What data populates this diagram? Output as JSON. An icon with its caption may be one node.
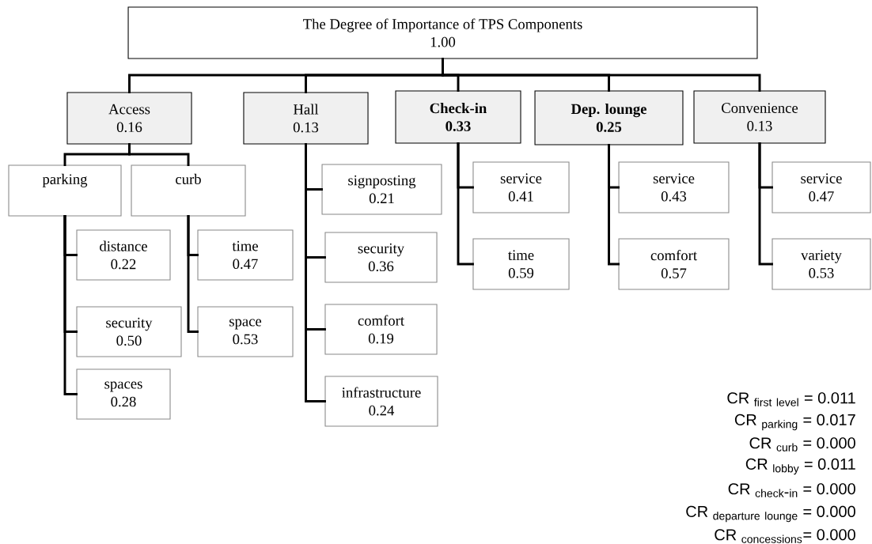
{
  "diagram": {
    "nodes": [
      {
        "text": [
          "The Degree of Importance of TPS Components",
          "1.00"
        ]
      },
      {
        "text": [
          "Access",
          "0.16"
        ]
      },
      {
        "text": [
          "Hall",
          "0.13"
        ]
      },
      {
        "text": [
          "Check-in",
          "0.33"
        ]
      },
      {
        "text": [
          "Dep. lounge",
          "0.25"
        ]
      },
      {
        "text": [
          "Convenience",
          "0.13"
        ]
      },
      {
        "text": [
          "parking"
        ]
      },
      {
        "text": [
          "curb"
        ]
      },
      {
        "text": [
          "distance",
          "0.22"
        ]
      },
      {
        "text": [
          "security",
          "0.50"
        ]
      },
      {
        "text": [
          "spaces",
          "0.28"
        ]
      },
      {
        "text": [
          "time",
          "0.47"
        ]
      },
      {
        "text": [
          "space",
          "0.53"
        ]
      },
      {
        "text": [
          "signposting",
          "0.21"
        ]
      },
      {
        "text": [
          "security",
          "0.36"
        ]
      },
      {
        "text": [
          "comfort",
          "0.19"
        ]
      },
      {
        "text": [
          "infrastructure",
          "0.24"
        ]
      },
      {
        "text": [
          "service",
          "0.41"
        ]
      },
      {
        "text": [
          "time",
          "0.59"
        ]
      },
      {
        "text": [
          "service",
          "0.43"
        ]
      },
      {
        "text": [
          "comfort",
          "0.57"
        ]
      },
      {
        "text": [
          "service",
          "0.47"
        ]
      },
      {
        "text": [
          "variety",
          "0.53"
        ]
      }
    ],
    "edges": [
      {
        "from": 0,
        "to": 1,
        "arrow": "none"
      },
      {
        "from": 0,
        "to": 2,
        "arrow": "none"
      },
      {
        "from": 0,
        "to": 3,
        "arrow": "none"
      },
      {
        "from": 0,
        "to": 4,
        "arrow": "none"
      },
      {
        "from": 0,
        "to": 5,
        "arrow": "none"
      },
      {
        "from": 1,
        "to": 6,
        "arrow": "none"
      },
      {
        "from": 1,
        "to": 7,
        "arrow": "none"
      },
      {
        "from": 6,
        "to": 8,
        "arrow": "none"
      },
      {
        "from": 6,
        "to": 9,
        "arrow": "none"
      },
      {
        "from": 6,
        "to": 10,
        "arrow": "none"
      },
      {
        "from": 7,
        "to": 11,
        "arrow": "none"
      },
      {
        "from": 7,
        "to": 12,
        "arrow": "none"
      },
      {
        "from": 2,
        "to": 13,
        "arrow": "none"
      },
      {
        "from": 2,
        "to": 14,
        "arrow": "none"
      },
      {
        "from": 2,
        "to": 15,
        "arrow": "none"
      },
      {
        "from": 2,
        "to": 16,
        "arrow": "none"
      },
      {
        "from": 3,
        "to": 17,
        "arrow": "none"
      },
      {
        "from": 3,
        "to": 18,
        "arrow": "none"
      },
      {
        "from": 4,
        "to": 19,
        "arrow": "none"
      },
      {
        "from": 4,
        "to": 20,
        "arrow": "none"
      },
      {
        "from": 5,
        "to": 21,
        "arrow": "none"
      },
      {
        "from": 5,
        "to": 22,
        "arrow": "none"
      }
    ],
    "labels": [
      "\\mathsf{CR\\ }_{\\mathsf{first\\ level}}\\mbox{\\sffamily\\ = 0.011}",
      "\\mathsf{CR\\ }_{\\mathsf{parking}}\\mbox{\\sffamily\\ = 0.017}",
      "\\mathsf{CR\\ }_{\\mathsf{curb}}\\mbox{\\sffamily\\ = 0.000}",
      "\\mathsf{CR\\ }_{\\mathsf{lobby}}\\mbox{\\sffamily\\ = 0.011}",
      "\\mathsf{CR\\ }_{\\mathsf{check\\mbox{-}in}}\\mbox{\\sffamily\\ = 0.000}",
      "\\mathsf{CR\\ }_{\\mathsf{departure\\ lounge}}\\mbox{\\sffamily\\ = 0.000}",
      "\\mathsf{CR\\ }_{\\mathsf{concessions}}\\mbox{\\sffamily = 0.000}"
    ]
  }
}
